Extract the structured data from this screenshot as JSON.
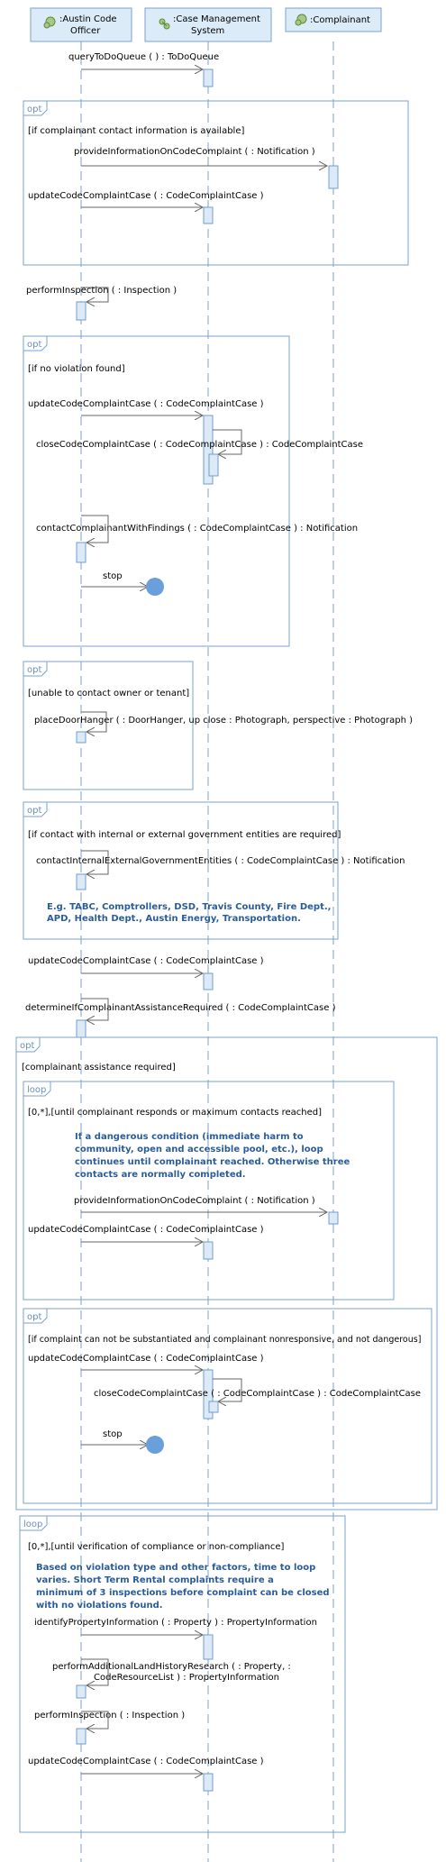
{
  "participants": [
    {
      "id": "officer",
      "name": ":Austin Code",
      "name2": "Officer",
      "icon": "component-icon"
    },
    {
      "id": "cms",
      "name": ":Case Management",
      "name2": "System",
      "icon": "component-icon"
    },
    {
      "id": "complainant",
      "name": ":Complainant",
      "name2": "",
      "icon": "component-icon"
    }
  ],
  "messages": {
    "m1": "queryToDoQueue ( ) : ToDoQueue",
    "m2": "provideInformationOnCodeComplaint (  : Notification )",
    "m3": "updateCodeComplaintCase (  : CodeComplaintCase )",
    "m4": "performInspection (  : Inspection )",
    "m5": "updateCodeComplaintCase (  : CodeComplaintCase )",
    "m6": "closeCodeComplaintCase (  : CodeComplaintCase ) : CodeComplaintCase",
    "m7": "contactComplainantWithFindings (  : CodeComplaintCase ) : Notification",
    "m8": "stop",
    "m9": "placeDoorHanger (  : DoorHanger, up close : Photograph, perspective : Photograph )",
    "m10": "contactInternalExternalGovernmentEntities (  : CodeComplaintCase ) : Notification",
    "m11": "updateCodeComplaintCase (  : CodeComplaintCase )",
    "m12": "determineIfComplainantAssistanceRequired (  : CodeComplaintCase )",
    "m13": "provideInformationOnCodeComplaint (  : Notification )",
    "m14": "updateCodeComplaintCase (  : CodeComplaintCase )",
    "m15": "updateCodeComplaintCase (  : CodeComplaintCase )",
    "m16": "closeCodeComplaintCase (  : CodeComplaintCase ) : CodeComplaintCase",
    "m17": "stop",
    "m18": "identifyPropertyInformation (  : Property ) : PropertyInformation",
    "m19a": "performAdditionalLandHistoryResearch (  : Property,  :",
    "m19b": "CodeResourceList ) : PropertyInformation",
    "m20": "performInspection (  : Inspection )",
    "m21": "updateCodeComplaintCase (  : CodeComplaintCase )"
  },
  "fragments": {
    "f1": {
      "kind": "opt",
      "guard": "[if complainant contact information is available]"
    },
    "f2": {
      "kind": "opt",
      "guard": "[if no violation found]"
    },
    "f3": {
      "kind": "opt",
      "guard": "[unable to contact owner or tenant]"
    },
    "f4": {
      "kind": "opt",
      "guard": "[if contact with internal or external government entities are required]"
    },
    "f5": {
      "kind": "opt",
      "guard": "[complainant assistance required]"
    },
    "f6": {
      "kind": "loop",
      "guard": "[0,*],[until complainant responds or maximum contacts reached]"
    },
    "f7": {
      "kind": "opt",
      "guard": "[if complaint can not be substantiated and complainant nonresponsive, and not dangerous]"
    },
    "f8": {
      "kind": "loop",
      "guard": "[0,*],[until verification of compliance or non-compliance]"
    }
  },
  "notes": {
    "n1a": "E.g. TABC, Comptrollers, DSD, Travis County, Fire Dept.,",
    "n1b": "APD, Health Dept., Austin Energy, Transportation.",
    "n2a": "If a dangerous condition (immediate harm to",
    "n2b": "community, open and accessible pool, etc.), loop",
    "n2c": "continues until complainant reached. Otherwise three",
    "n2d": "contacts are normally completed.",
    "n3a": "Based on violation type and other factors, time to loop",
    "n3b": "varies.  Short Term Rental complaints require a",
    "n3c": "minimum of 3 inspections before complaint can be closed",
    "n3d": "with no violations found."
  },
  "colors": {
    "frame": "#7aa3cf",
    "activation": "#dceaf8",
    "note_text": "#2a5d9a",
    "stop_node": "#6a9fdc"
  }
}
